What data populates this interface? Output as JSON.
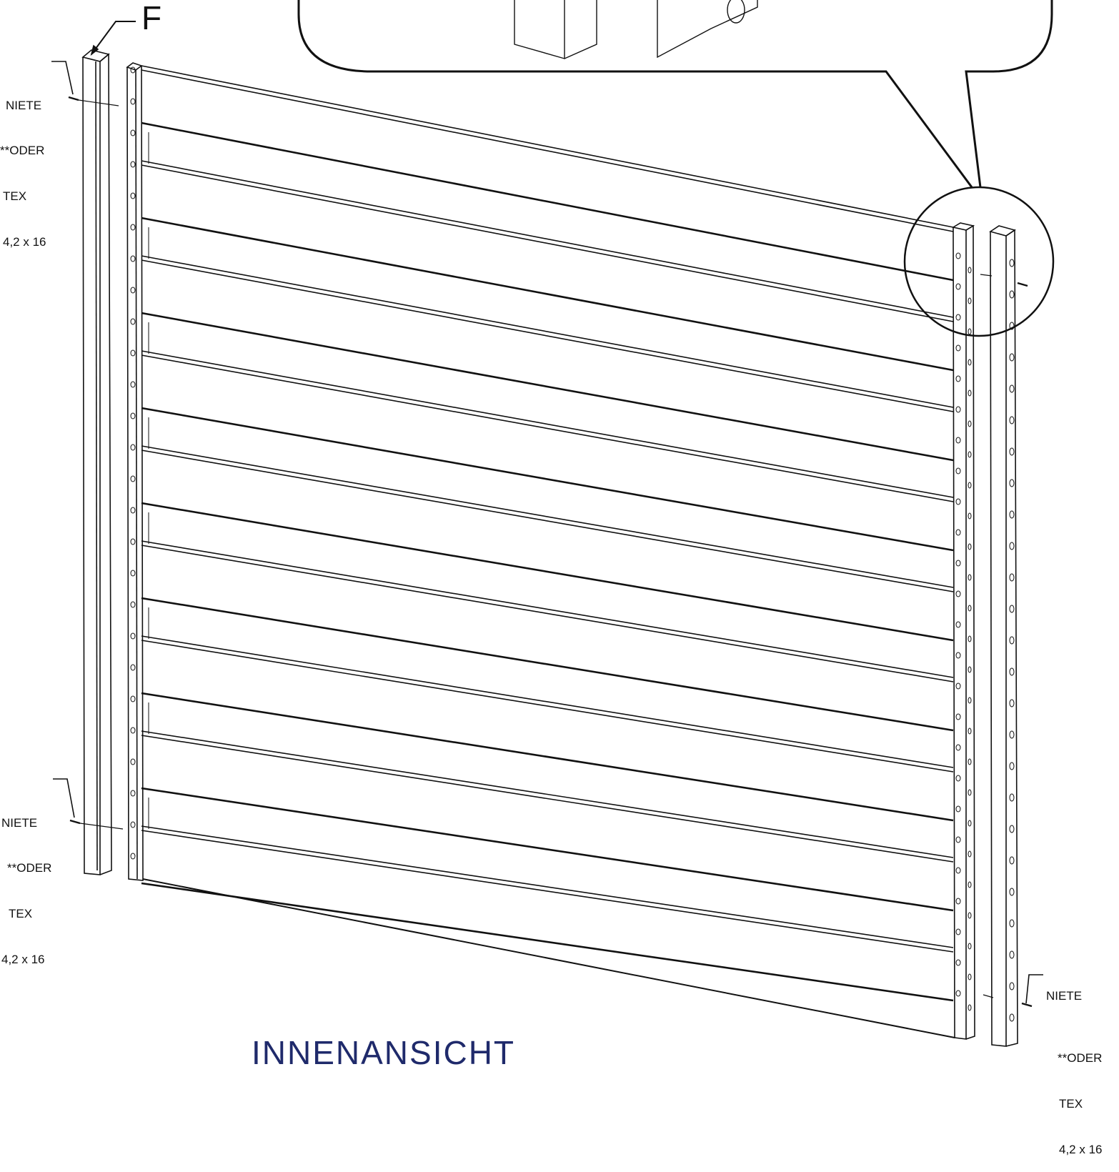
{
  "part_letter": "F",
  "view_title": "INNENANSICHT",
  "callouts": [
    {
      "name": "rivet-callout-top-left",
      "lines": [
        "NIETE",
        "**ODER",
        "TEX",
        "4,2 x 16"
      ]
    },
    {
      "name": "rivet-callout-bottom-left",
      "lines": [
        "NIETE",
        "**ODER",
        "TEX",
        "4,2 x 16"
      ]
    },
    {
      "name": "rivet-callout-bottom-right",
      "lines": [
        "NIETE",
        "**ODER",
        "TEX",
        "4,2 x 16"
      ]
    }
  ],
  "colors": {
    "line": "#111111",
    "title": "#1f2a6b"
  }
}
